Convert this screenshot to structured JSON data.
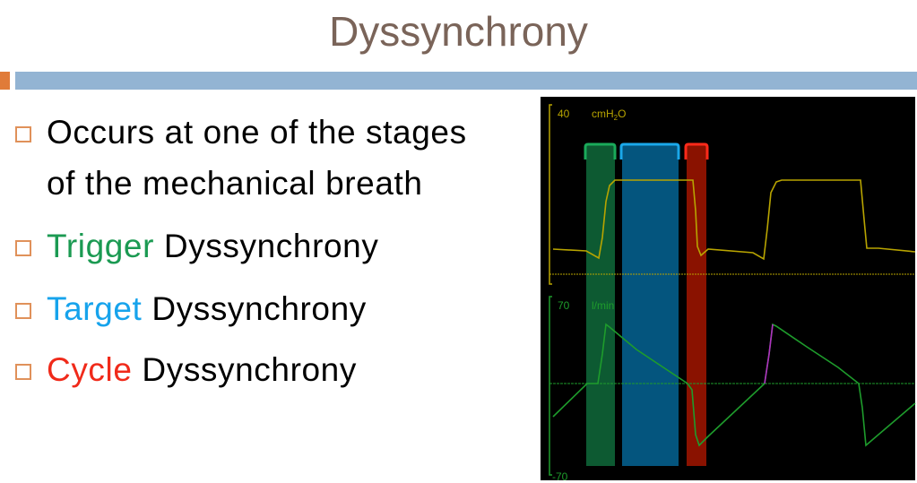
{
  "slide": {
    "title": "Dyssynchrony",
    "bullets": [
      {
        "lines": [
          "Occurs at one of the stages",
          "of the mechanical breath"
        ]
      },
      {
        "highlight": "Trigger",
        "rest": " Dyssynchrony",
        "color": "#1b9a52"
      },
      {
        "highlight": "Target",
        "rest": " Dyssynchrony",
        "color": "#16a3ec"
      },
      {
        "highlight": "Cycle",
        "rest": " Dyssynchrony",
        "color": "#f02a1a"
      }
    ]
  },
  "waveform": {
    "pressure": {
      "max_label": "40",
      "unit_main": "cmH",
      "unit_sub": "2",
      "unit_end": "O",
      "color": "#b8a400"
    },
    "flow": {
      "max_label": "70",
      "min_label": "-70",
      "unit": "l/min",
      "color": "#1e9c2c"
    },
    "phases": [
      {
        "name": "trigger",
        "color": "#1aaa5a"
      },
      {
        "name": "target",
        "color": "#1aa8ea"
      },
      {
        "name": "cycle",
        "color": "#ff2a1a"
      }
    ]
  }
}
